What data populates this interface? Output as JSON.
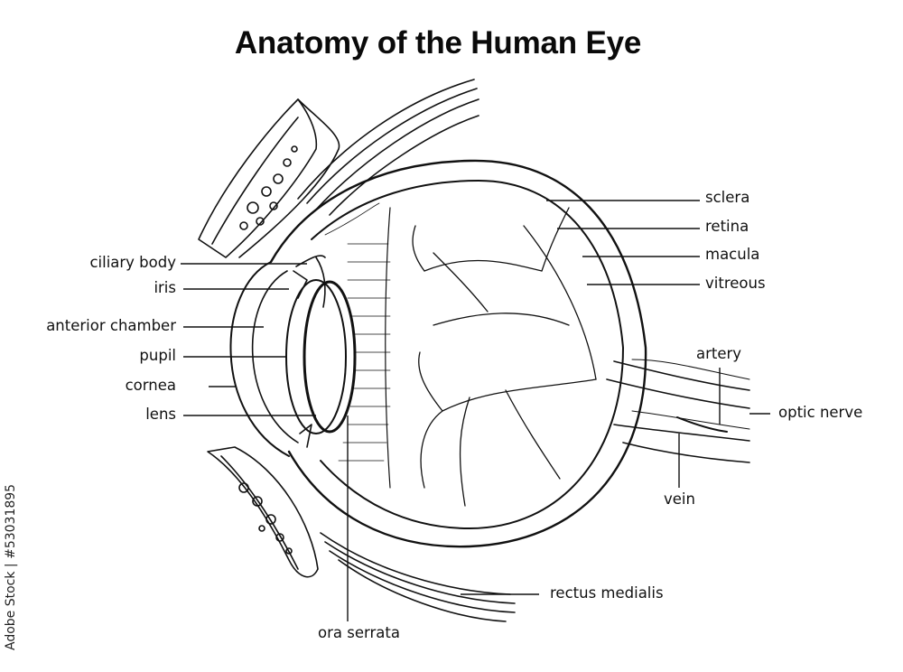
{
  "title": "Anatomy of the Human Eye",
  "labels": {
    "sclera": "sclera",
    "retina": "retina",
    "macula": "macula",
    "vitreous": "vitreous",
    "artery": "artery",
    "optic_nerve": "optic nerve",
    "vein": "vein",
    "rectus_medialis": "rectus medialis",
    "ora_serrata": "ora serrata",
    "ciliary_body": "ciliary body",
    "iris": "iris",
    "anterior_chamber": "anterior chamber",
    "pupil": "pupil",
    "cornea": "cornea",
    "lens": "lens"
  },
  "watermark": "Adobe Stock | #53031895",
  "colors": {
    "ink": "#111111",
    "background": "#ffffff"
  }
}
